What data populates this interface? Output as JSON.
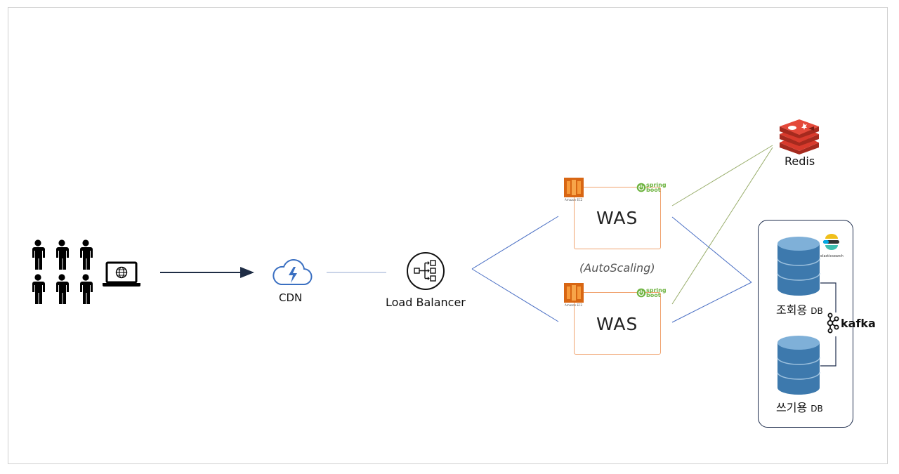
{
  "nodes": {
    "cdn": {
      "label": "CDN"
    },
    "load_balancer": {
      "label": "Load Balancer"
    },
    "was_top": {
      "label": "WAS",
      "ec2_caption": "Amazon EC2",
      "spring_label": "spring boot"
    },
    "was_bottom": {
      "label": "WAS",
      "ec2_caption": "Amazon EC2",
      "spring_label": "spring boot"
    },
    "autoscaling": {
      "label": "(AutoScaling)"
    },
    "redis": {
      "label": "Redis"
    },
    "read_db": {
      "label_kr": "조회용",
      "label_db": "DB"
    },
    "write_db": {
      "label_kr": "쓰기용",
      "label_db": "DB"
    },
    "elasticsearch": {
      "caption": "elasticsearch"
    },
    "kafka": {
      "label": "kafka"
    }
  },
  "icons": {
    "users": "people-icon",
    "laptop": "laptop-globe-icon",
    "cdn": "cloud-lightning-icon",
    "load_balancer": "load-balancer-icon",
    "ec2": "aws-ec2-icon",
    "spring": "spring-boot-icon",
    "redis": "redis-icon",
    "database": "database-cylinder-icon",
    "elasticsearch": "elasticsearch-icon",
    "kafka": "kafka-icon"
  },
  "colors": {
    "arrow": "#1f2d45",
    "cdn_link": "#aabbd9",
    "lb_link": "#4a6fc4",
    "redis_link": "#98ad6a",
    "was_border": "#f0a36f",
    "db_blue": "#3d79ad",
    "group_border": "#1d2c4c",
    "redis_red": "#d83a2c"
  }
}
